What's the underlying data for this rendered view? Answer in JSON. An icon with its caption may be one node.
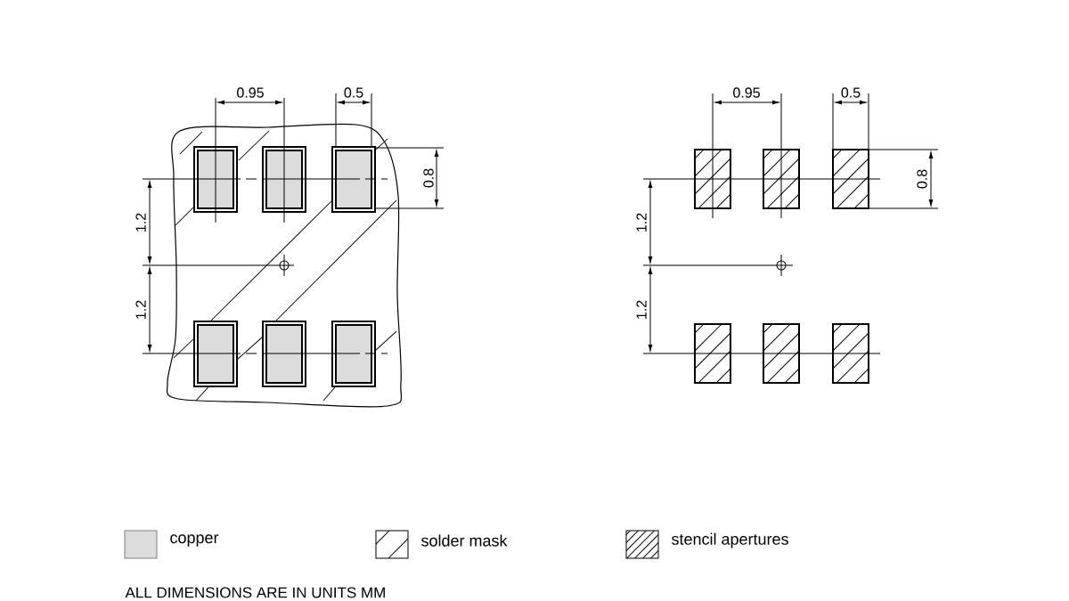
{
  "diagram": {
    "labels": [
      "0.95",
      "0.5",
      "0.8",
      "1.2",
      "1.2",
      "0.95",
      "0.5",
      "0.8",
      "1.2",
      "1.2",
      "ALL DIMENSIONS ARE IN UNITS MM"
    ],
    "legend": [
      {
        "text": "copper",
        "color": "#dcdcdc"
      },
      {
        "text": "solder mask"
      },
      {
        "text": "stencil apertures"
      }
    ]
  }
}
